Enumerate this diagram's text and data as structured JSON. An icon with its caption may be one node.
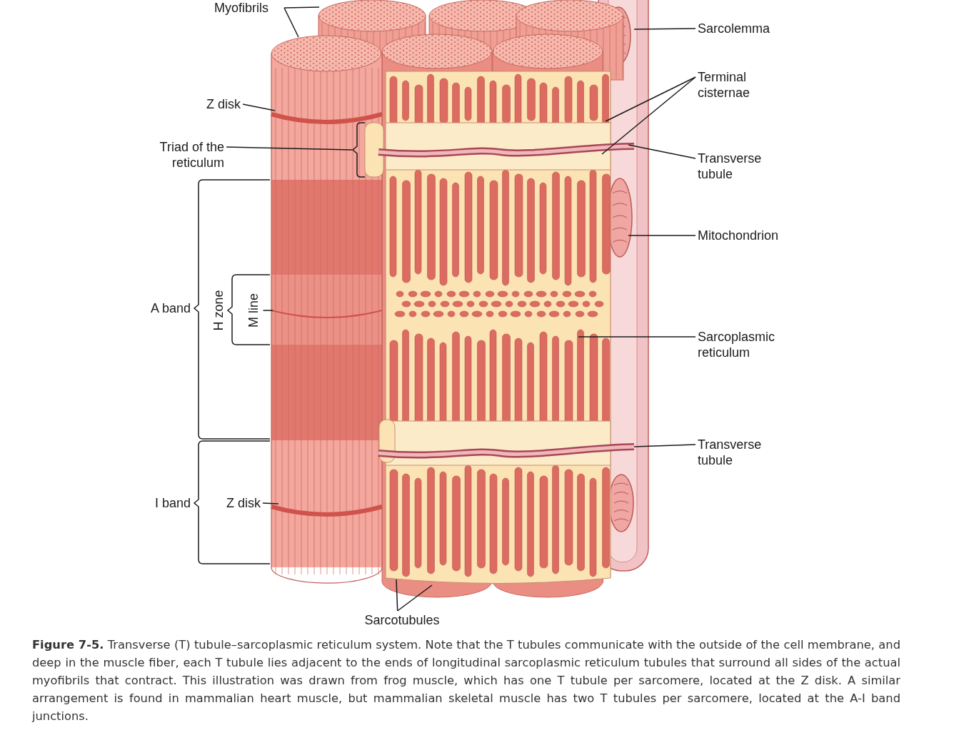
{
  "diagram": {
    "caption": "**Figure 7-5.** Transverse (T) tubule–sarcoplasmic reticulum system. Note that the T tubules communicate with the outside of the cell membrane, and deep in the muscle fiber, each T tubule lies adjacent to the ends of longitudinal sarcoplasmic reticulum tubules that surround all sides of the actual myofibrils that contract. This illustration was drawn from frog muscle, which has one T tubule per sarcomere, located at the Z disk. A similar arrangement is found in mammalian heart muscle, but mammalian skeletal muscle has two T tubules per sarcomere, located at the A-I band junctions.",
    "nodes": [
      {
        "text": [
          "Myofibrils"
        ]
      },
      {
        "text": [
          "Sarcolemma"
        ]
      },
      {
        "text": [
          "Terminal cisternae"
        ]
      },
      {
        "text": [
          "Z disk"
        ]
      },
      {
        "text": [
          "Triad of the reticulum"
        ]
      },
      {
        "text": [
          "Transverse tubule"
        ]
      },
      {
        "text": [
          "Mitochondrion"
        ]
      },
      {
        "text": [
          "M line"
        ]
      },
      {
        "text": [
          "Sarcoplasmic reticulum"
        ]
      },
      {
        "text": [
          "Transverse tubule"
        ]
      },
      {
        "text": [
          "Z disk"
        ]
      },
      {
        "text": [
          "Sarcotubules"
        ]
      },
      {
        "text": [],
        "shape": "bracket"
      }
    ],
    "edges": [
      {
        "from": 0,
        "to": null,
        "arrow": "none"
      },
      {
        "from": 0,
        "to": null,
        "arrow": "none"
      },
      {
        "from": 1,
        "to": null,
        "arrow": "none"
      },
      {
        "from": 2,
        "to": null,
        "arrow": "none"
      },
      {
        "from": 2,
        "to": null,
        "arrow": "none"
      },
      {
        "from": 3,
        "to": null,
        "arrow": "none"
      },
      {
        "from": 4,
        "to": 12,
        "arrow": "none"
      },
      {
        "from": 5,
        "to": null,
        "arrow": "none"
      },
      {
        "from": 6,
        "to": null,
        "arrow": "none"
      },
      {
        "from": 7,
        "to": null,
        "arrow": "none"
      },
      {
        "from": 8,
        "to": null,
        "arrow": "none"
      },
      {
        "from": 9,
        "to": null,
        "arrow": "none"
      },
      {
        "from": 10,
        "to": null,
        "arrow": "none"
      },
      {
        "from": 11,
        "to": null,
        "arrow": "none"
      },
      {
        "from": 11,
        "to": null,
        "arrow": "none"
      }
    ],
    "labels": [
      "A band",
      "H zone",
      "I band"
    ]
  }
}
